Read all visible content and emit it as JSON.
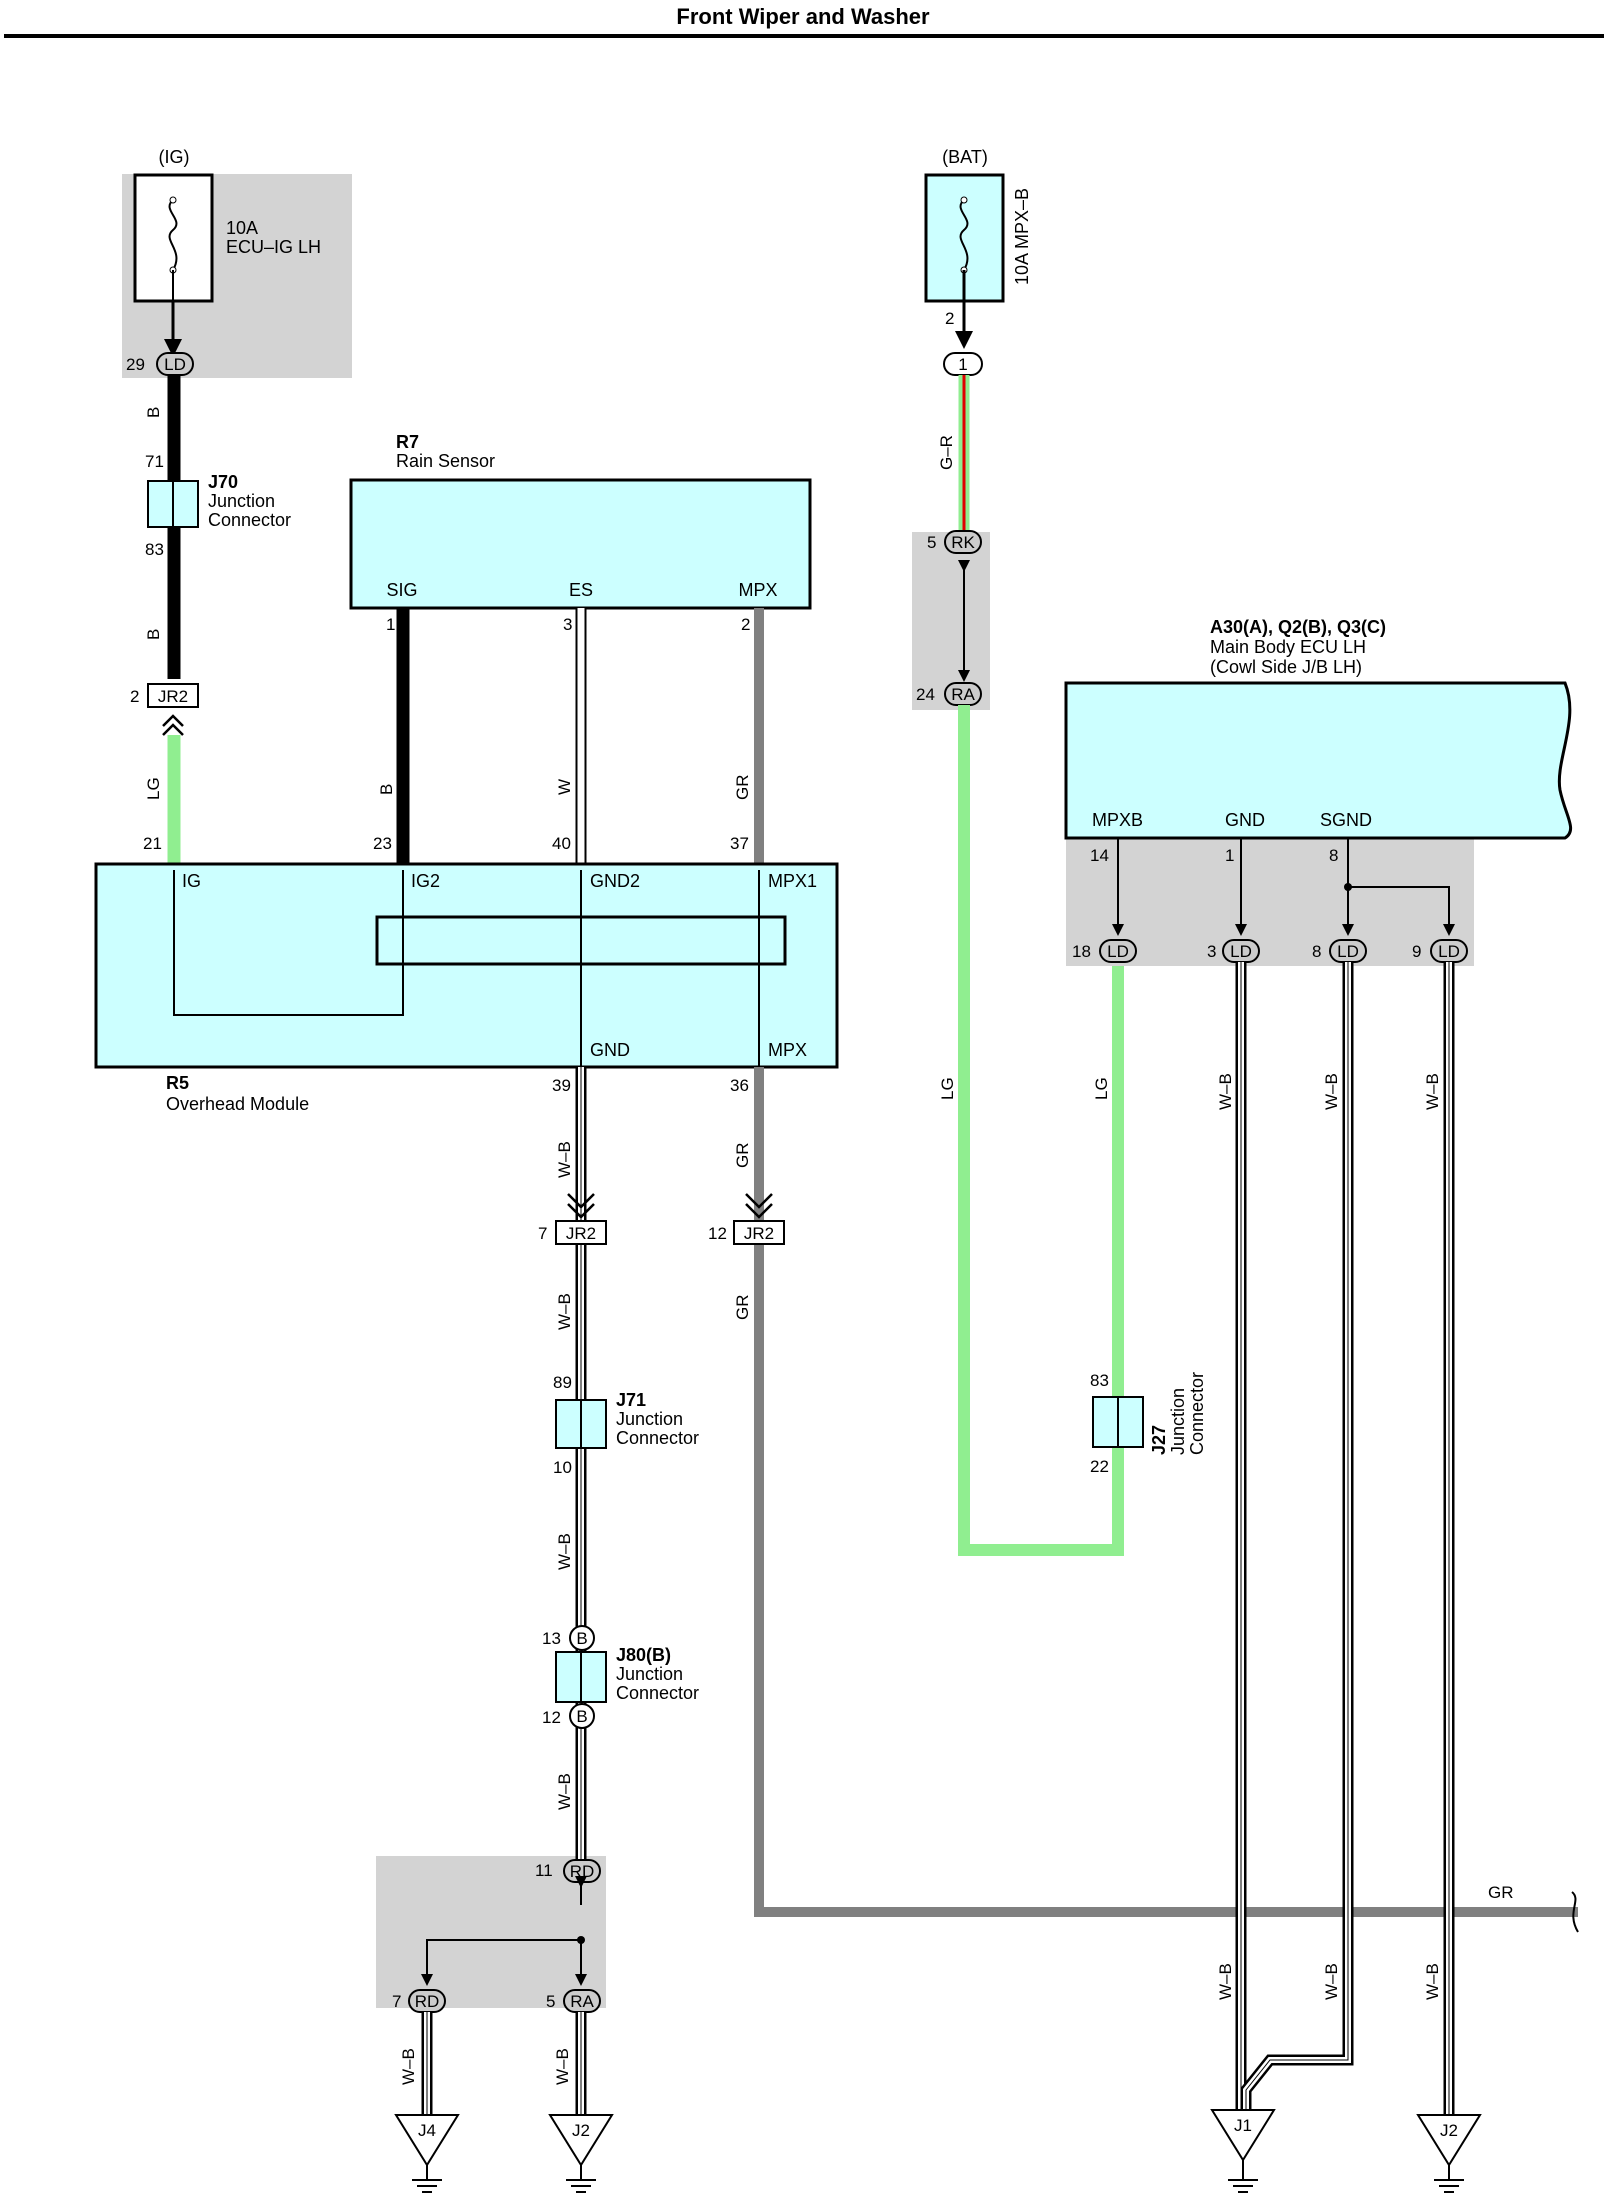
{
  "title": "Front Wiper and Washer",
  "colors": {
    "module_fill": "#ccffff",
    "shade": "#d3d3d3",
    "wire_lg": "#90ee90",
    "wire_gr": "#808080",
    "wire_b": "#000000"
  },
  "sources": {
    "ig": {
      "supply": "(IG)",
      "fuse_rating": "10A",
      "fuse_name": "ECU–IG LH"
    },
    "bat": {
      "supply": "(BAT)",
      "fuse_label": "10A MPX–B"
    }
  },
  "connectors": {
    "ld": "LD",
    "jr2": "JR2",
    "rk": "RK",
    "ra": "RA",
    "rd": "RD",
    "b": "B",
    "one": "1"
  },
  "junctions": {
    "j70": {
      "id": "J70",
      "line1": "Junction",
      "line2": "Connector"
    },
    "j71": {
      "id": "J71",
      "line1": "Junction",
      "line2": "Connector"
    },
    "j80": {
      "id": "J80(B)",
      "line1": "Junction",
      "line2": "Connector"
    },
    "j27": {
      "id": "J27",
      "line1": "Junction",
      "line2": "Connector"
    }
  },
  "components": {
    "r7": {
      "id": "R7",
      "name": "Rain Sensor",
      "pins": {
        "sig": "SIG",
        "es": "ES",
        "mpx": "MPX"
      }
    },
    "r5": {
      "id": "R5",
      "name": "Overhead Module",
      "pins": {
        "ig": "IG",
        "ig2": "IG2",
        "gnd2": "GND2",
        "mpx1": "MPX1",
        "gnd": "GND",
        "mpx": "MPX"
      }
    },
    "ecu": {
      "id": "A30(A), Q2(B), Q3(C)",
      "name": "Main Body ECU LH",
      "location": "(Cowl Side J/B LH)",
      "pins": {
        "mpxb": "MPXB",
        "gnd": "GND",
        "sgnd": "SGND"
      }
    }
  },
  "wire_colors": {
    "b": "B",
    "lg": "LG",
    "w": "W",
    "gr": "GR",
    "wb": "W–B",
    "gr_red": "G–R"
  },
  "grounds": {
    "j4": "J4",
    "j2": "J2",
    "j1": "J1"
  },
  "pin_numbers": {
    "p29": "29",
    "p71": "71",
    "p83": "83",
    "p2": "2",
    "p21": "21",
    "p23": "23",
    "p1": "1",
    "p3": "3",
    "p40": "40",
    "p37": "37",
    "p39": "39",
    "p36": "36",
    "p7": "7",
    "p12": "12",
    "p89": "89",
    "p10": "10",
    "p13": "13",
    "p11": "11",
    "p5": "5",
    "p24": "24",
    "p14": "14",
    "p8": "8",
    "p18": "18",
    "p9": "9",
    "p22": "22"
  }
}
